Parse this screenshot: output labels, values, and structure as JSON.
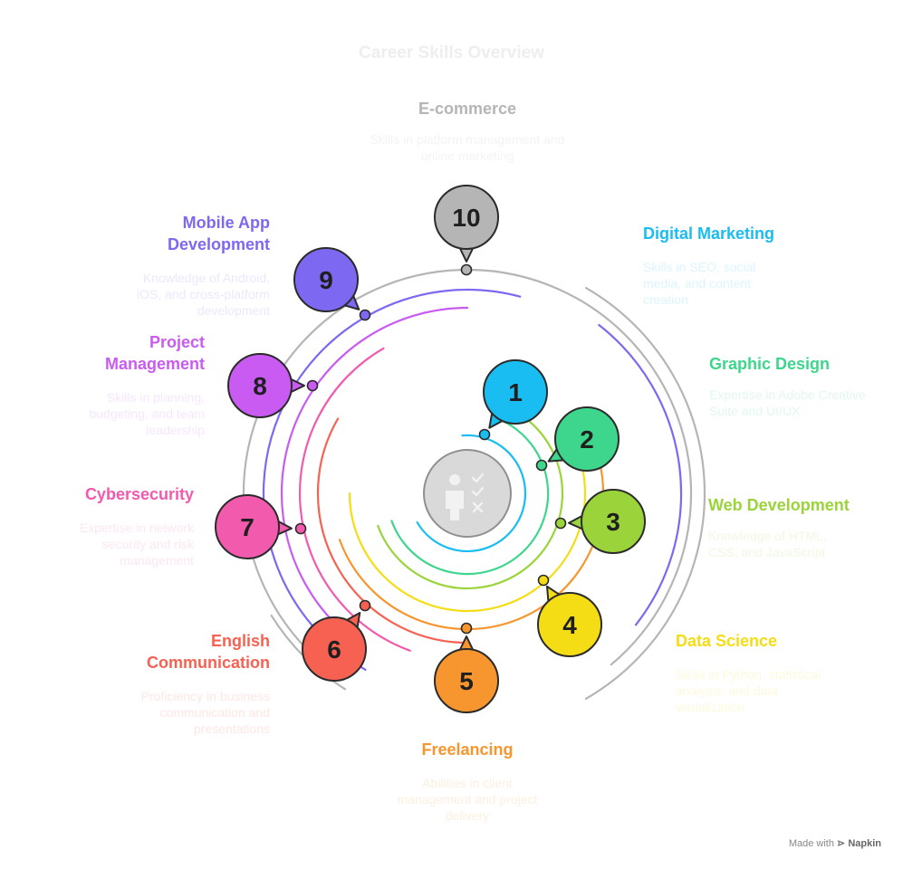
{
  "title": "Career Skills Overview",
  "footer": {
    "made_with": "Made with",
    "brand": "Napkin"
  },
  "center_icon": "person-checklist-icon",
  "items": [
    {
      "number": "1",
      "label": "Digital Marketing",
      "desc": "Skills in SEO, social media, and content creation",
      "color": "#19bdf2"
    },
    {
      "number": "2",
      "label": "Graphic Design",
      "desc": "Expertise in Adobe Creative Suite and UI/UX",
      "color": "#3dd68c"
    },
    {
      "number": "3",
      "label": "Web Development",
      "desc": "Knowledge of HTML, CSS, and JavaScript",
      "color": "#9ad43a"
    },
    {
      "number": "4",
      "label": "Data Science",
      "desc": "Skills in Python, statistical analysis, and data visualization",
      "color": "#f5dd15"
    },
    {
      "number": "5",
      "label": "Freelancing",
      "desc": "Abilities in client management and project delivery",
      "color": "#f7962e"
    },
    {
      "number": "6",
      "label": "English Communication",
      "desc": "Proficiency in business communication and presentations",
      "color": "#f76152"
    },
    {
      "number": "7",
      "label": "Cybersecurity",
      "desc": "Expertise in network security and risk management",
      "color": "#f25aad"
    },
    {
      "number": "8",
      "label": "Project Management",
      "desc": "Skills in planning, budgeting, and team leadership",
      "color": "#c95bf2"
    },
    {
      "number": "9",
      "label": "Mobile App Development",
      "desc": "Knowledge of Android, iOS, and cross-platform development",
      "color": "#7d68f2"
    },
    {
      "number": "10",
      "label": "E-commerce",
      "desc": "Skills in platform management and online marketing",
      "color": "#b5b5b5"
    }
  ]
}
